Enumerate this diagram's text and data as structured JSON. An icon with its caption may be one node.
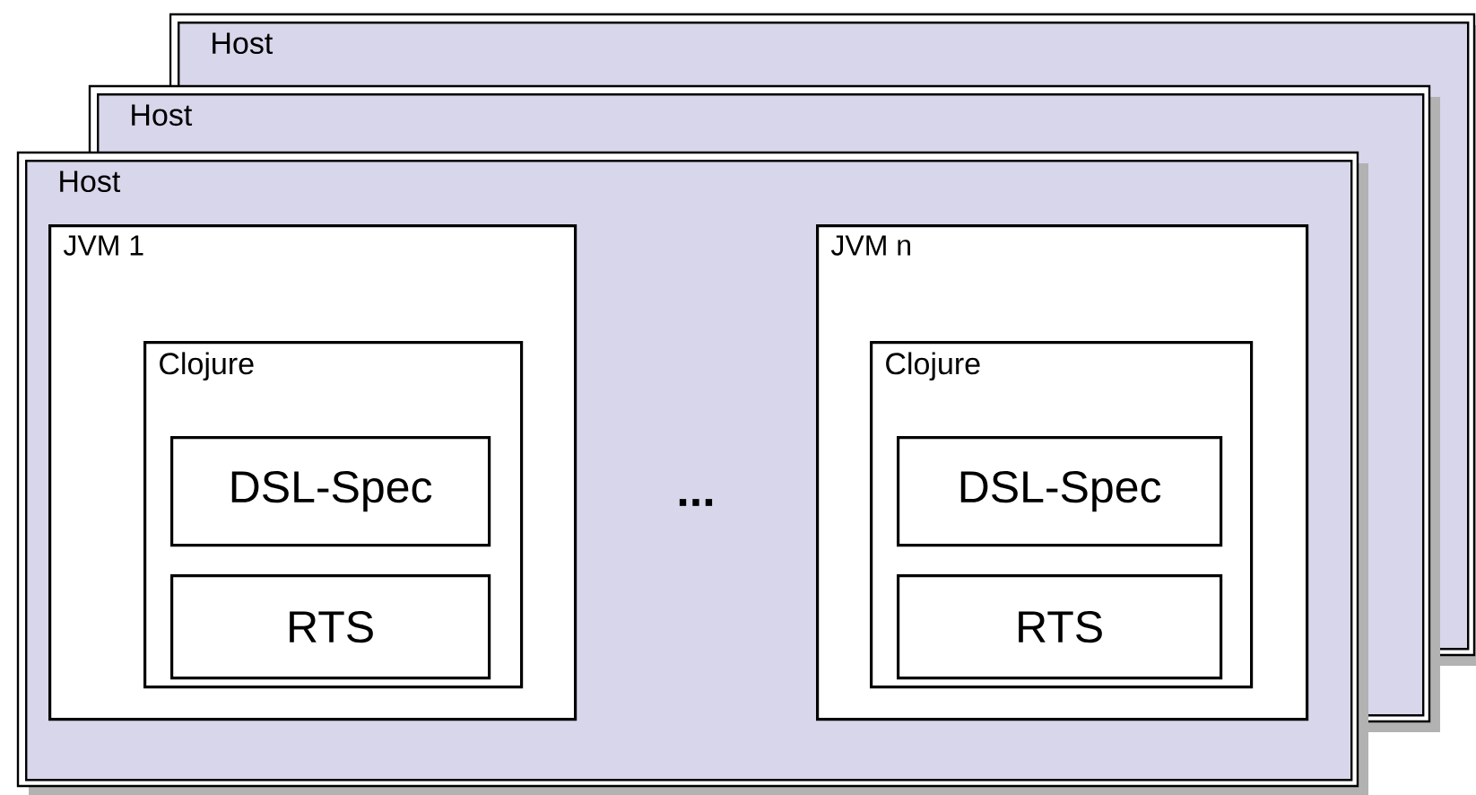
{
  "diagram": {
    "nodes": [
      {
        "text": [
          "Host"
        ]
      },
      {
        "text": [
          "Host"
        ]
      },
      {
        "text": [
          "Host"
        ]
      },
      {
        "text": [
          "JVM 1"
        ],
        "in": 2
      },
      {
        "text": [
          "Clojure"
        ],
        "in": 3
      },
      {
        "text": [
          "DSL-Spec"
        ],
        "in": 4
      },
      {
        "text": [
          "RTS"
        ],
        "in": 4
      },
      {
        "text": [
          "JVM n"
        ],
        "in": 2
      },
      {
        "text": [
          "Clojure"
        ],
        "in": 7
      },
      {
        "text": [
          "DSL-Spec"
        ],
        "in": 8
      },
      {
        "text": [
          "RTS"
        ],
        "in": 8
      }
    ],
    "labels": [
      "..."
    ]
  }
}
